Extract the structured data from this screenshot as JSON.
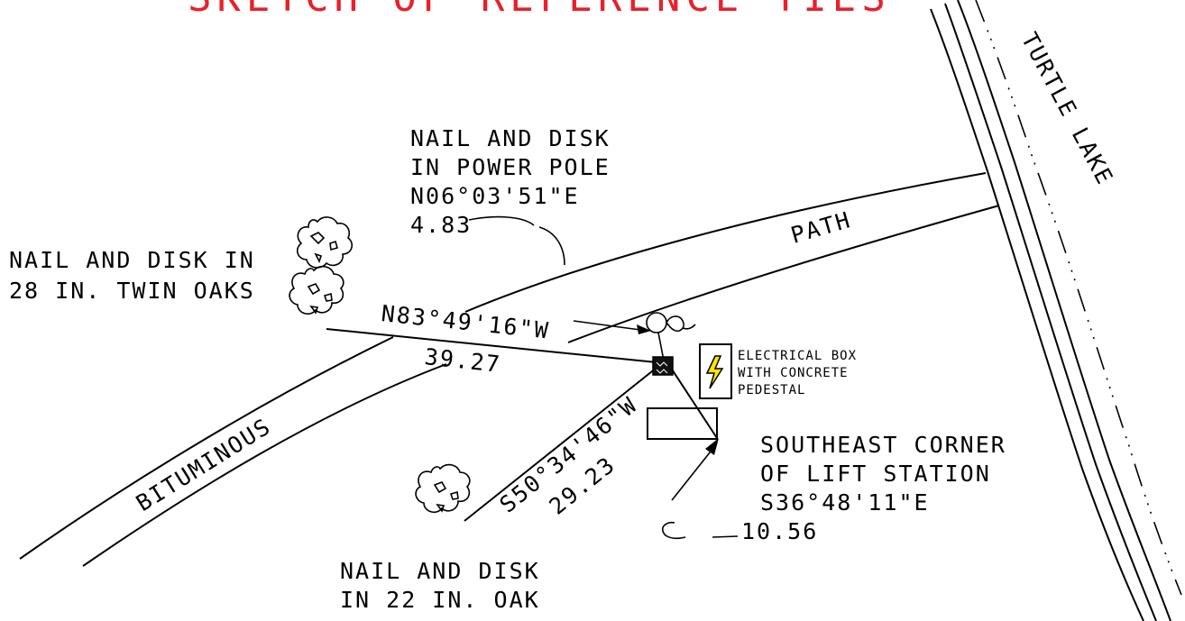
{
  "title": "SKETCH OF REFERENCE TIES",
  "road_label": "TURTLE LAKE",
  "path_label": "PATH",
  "bituminous_label": "BITUMINOUS",
  "tie_power_pole": {
    "line1": "NAIL AND DISK",
    "line2": "IN POWER POLE",
    "bearing": "N06°03'51\"E",
    "distance": "4.83"
  },
  "tie_twin_oaks": {
    "line1": "NAIL AND DISK IN",
    "line2": "28 IN. TWIN OAKS",
    "bearing": "N83°49'16\"W",
    "distance": "39.27"
  },
  "tie_22_oak": {
    "line1": "NAIL AND DISK",
    "line2": "IN 22 IN. OAK",
    "bearing": "S50°34'46\"W",
    "distance": "29.23"
  },
  "tie_lift_station": {
    "line1": "SOUTHEAST CORNER",
    "line2": "OF LIFT STATION",
    "bearing": "S36°48'11\"E",
    "distance": "10.56"
  },
  "electrical_box": {
    "line1": "ELECTRICAL BOX",
    "line2": "WITH CONCRETE",
    "line3": "PEDESTAL",
    "icon": "lightning-bolt-icon",
    "icon_color": "#ffe600"
  },
  "colors": {
    "title": "#e8202a",
    "linework": "#000000",
    "background": "#ffffff"
  }
}
